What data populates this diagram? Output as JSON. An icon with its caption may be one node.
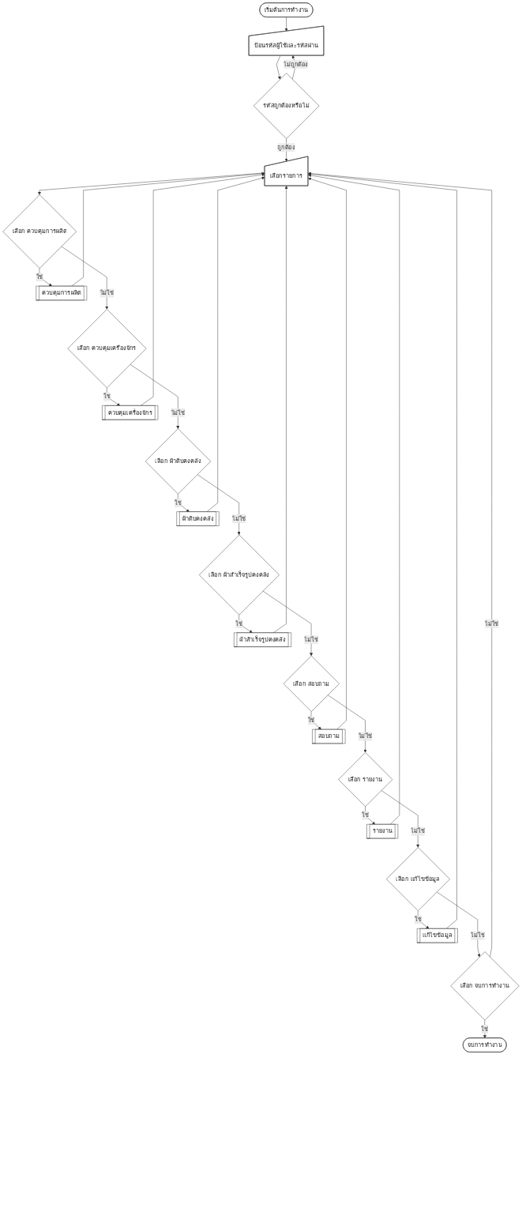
{
  "diagram": {
    "nodes": [
      {
        "text": [
          "เริ่มต้นการทำงาน"
        ]
      },
      {
        "text": [
          "ป้อนรหัสผู้ใช้และรหัสผ่าน"
        ]
      },
      {
        "text": [
          "รหัสถูกต้องหรือไม่"
        ]
      },
      {
        "text": [
          "เลือกรายการ"
        ]
      },
      {
        "text": [
          "เลือก ควบคุมการผลิต"
        ]
      },
      {
        "text": [
          "ควบคุมการผลิต"
        ]
      },
      {
        "text": [
          "เลือก ควบคุมเครื่องจักร"
        ]
      },
      {
        "text": [
          "ควบคุมเครื่องจักร"
        ]
      },
      {
        "text": [
          "เลือก ผ้าดิบคงคลัง"
        ]
      },
      {
        "text": [
          "ผ้าดิบคงคลัง"
        ]
      },
      {
        "text": [
          "เลือก ผ้าสำเร็จรูปคงคลัง"
        ]
      },
      {
        "text": [
          "ผ้าสำเร็จรูปคงคลัง"
        ]
      },
      {
        "text": [
          "เลือก สอบถาม"
        ]
      },
      {
        "text": [
          "สอบถาม"
        ]
      },
      {
        "text": [
          "เลือก รายงาน"
        ]
      },
      {
        "text": [
          "รายงาน"
        ]
      },
      {
        "text": [
          "เลือก แก้ไขข้อมูล"
        ]
      },
      {
        "text": [
          "แก้ไขข้อมูล"
        ]
      },
      {
        "text": [
          "เลือก จบการทำงาน"
        ]
      },
      {
        "text": [
          "จบการทำงาน"
        ]
      }
    ],
    "edges": [
      {
        "from": 0,
        "to": 1,
        "arrow": "to"
      },
      {
        "from": 1,
        "to": 2,
        "arrow": "to"
      },
      {
        "from": 2,
        "to": 1,
        "arrow": "to",
        "label": "ไม่ถูกต้อง"
      },
      {
        "from": 2,
        "to": 3,
        "arrow": "to",
        "label": "ถูกต้อง"
      },
      {
        "from": 3,
        "to": 4,
        "arrow": "to"
      },
      {
        "from": 4,
        "to": 5,
        "arrow": "to",
        "label": "ใช่"
      },
      {
        "from": 4,
        "to": 6,
        "arrow": "to",
        "label": "ไม่ใช่"
      },
      {
        "from": 6,
        "to": 7,
        "arrow": "to",
        "label": "ใช่"
      },
      {
        "from": 6,
        "to": 8,
        "arrow": "to",
        "label": "ไม่ใช่"
      },
      {
        "from": 8,
        "to": 9,
        "arrow": "to",
        "label": "ใช่"
      },
      {
        "from": 8,
        "to": 10,
        "arrow": "to",
        "label": "ไม่ใช่"
      },
      {
        "from": 10,
        "to": 11,
        "arrow": "to",
        "label": "ใช่"
      },
      {
        "from": 10,
        "to": 12,
        "arrow": "to",
        "label": "ไม่ใช่"
      },
      {
        "from": 12,
        "to": 13,
        "arrow": "to",
        "label": "ใช่"
      },
      {
        "from": 12,
        "to": 14,
        "arrow": "to",
        "label": "ไม่ใช่"
      },
      {
        "from": 14,
        "to": 15,
        "arrow": "to",
        "label": "ใช่"
      },
      {
        "from": 14,
        "to": 16,
        "arrow": "to",
        "label": "ไม่ใช่"
      },
      {
        "from": 16,
        "to": 17,
        "arrow": "to",
        "label": "ใช่"
      },
      {
        "from": 16,
        "to": 18,
        "arrow": "to",
        "label": "ไม่ใช่"
      },
      {
        "from": 18,
        "to": 19,
        "arrow": "to",
        "label": "ใช่"
      },
      {
        "from": 18,
        "to": 3,
        "arrow": "to",
        "label": "ไม่ใช่"
      },
      {
        "from": 5,
        "to": 3,
        "arrow": "to"
      },
      {
        "from": 7,
        "to": 3,
        "arrow": "to"
      },
      {
        "from": 9,
        "to": 3,
        "arrow": "to"
      },
      {
        "from": 11,
        "to": 3,
        "arrow": "to"
      },
      {
        "from": 13,
        "to": 3,
        "arrow": "to"
      },
      {
        "from": 15,
        "to": 3,
        "arrow": "to"
      },
      {
        "from": 17,
        "to": 3,
        "arrow": "to"
      }
    ]
  }
}
